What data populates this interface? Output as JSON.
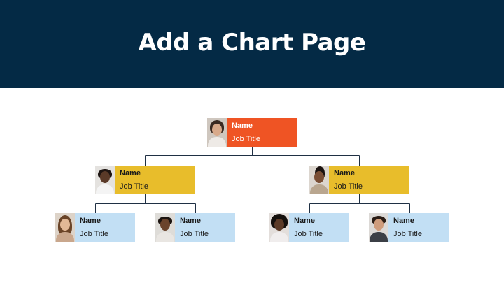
{
  "header": {
    "title": "Add a Chart Page"
  },
  "colors": {
    "header_bg": "#042a45",
    "level1": "#ef5424",
    "level2": "#e8bd2b",
    "level3": "#c2dff4",
    "connector": "#1f3044"
  },
  "org_chart": {
    "root": {
      "name": "Name",
      "title": "Job Title",
      "photo": "person-photo-woman"
    },
    "managers": [
      {
        "name": "Name",
        "title": "Job Title",
        "photo": "person-photo-man",
        "reports": [
          {
            "name": "Name",
            "title": "Job Title",
            "photo": "person-photo-woman"
          },
          {
            "name": "Name",
            "title": "Job Title",
            "photo": "person-photo-man"
          }
        ]
      },
      {
        "name": "Name",
        "title": "Job Title",
        "photo": "person-photo-woman",
        "reports": [
          {
            "name": "Name",
            "title": "Job Title",
            "photo": "person-photo-man"
          },
          {
            "name": "Name",
            "title": "Job Title",
            "photo": "person-photo-man"
          }
        ]
      }
    ]
  }
}
